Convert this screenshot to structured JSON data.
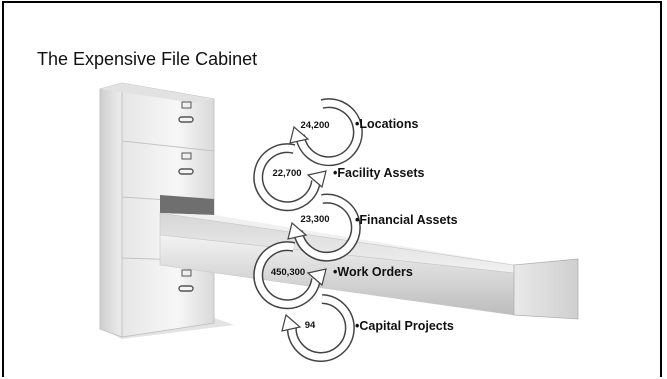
{
  "slide": {
    "title": "The Expensive File Cabinet"
  },
  "records": [
    {
      "count": "24,200",
      "label": "•Locations"
    },
    {
      "count": "22,700",
      "label": "•Facility Assets"
    },
    {
      "count": "23,300",
      "label": "•Financial Assets"
    },
    {
      "count": "450,300",
      "label": "•Work Orders"
    },
    {
      "count": "94",
      "label": "•Capital Projects"
    }
  ],
  "colors": {
    "cabinet_light": "#f2f2f2",
    "cabinet_dark": "#a9a9a9",
    "outline": "#555555"
  }
}
